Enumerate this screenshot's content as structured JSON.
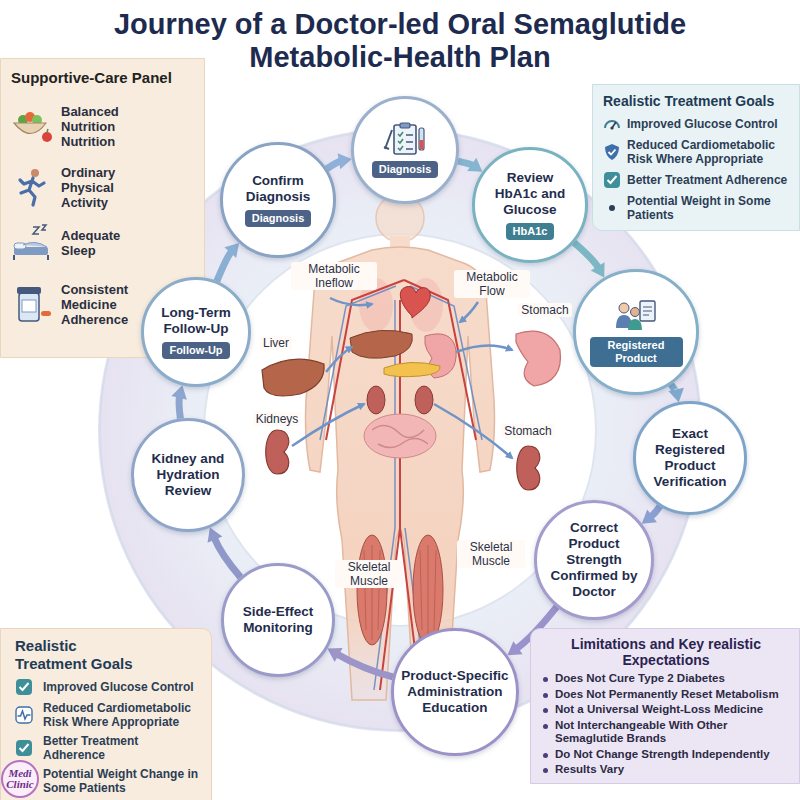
{
  "diagram": {
    "title": "Journey of a Doctor-led Oral Semaglutide Metabolic-Health Plan",
    "nodes": [
      {
        "text": [
          "Supportive-Care Panel",
          "Balanced Nutrition Nutrition",
          "Ordinary Physical Activity",
          "Adequate Sleep",
          "Consistent Medicine Adherence"
        ]
      },
      {
        "text": [
          "Realistic Treatment Goals",
          "Improved Glucose Control",
          "Reduced Cardiometabolic Risk Where Appropriate",
          "Better Treatment Adherence",
          "Potential Weight in Some Patients"
        ]
      },
      {
        "text": [
          "Confirm Diagnosis",
          "Diagnosis"
        ]
      },
      {
        "text": [
          "Diagnosis"
        ]
      },
      {
        "text": [
          "Review HbA1c and Glucose",
          "HbA1c"
        ]
      },
      {
        "text": [
          "Registered Product"
        ]
      },
      {
        "text": [
          "Exact Registered Product Verification"
        ]
      },
      {
        "text": [
          "Correct Product Strength Confirmed by Doctor"
        ]
      },
      {
        "text": [
          "Product-Specific Administration Education"
        ]
      },
      {
        "text": [
          "Side-Effect Monitoring"
        ]
      },
      {
        "text": [
          "Kidney and Hydration Review"
        ]
      },
      {
        "text": [
          "Long-Term Follow-Up",
          "Follow-Up"
        ]
      },
      {
        "text": [
          "Realistic Treatment Goals",
          "Improved Glucose Control",
          "Reduced Cardiometabolic Risk Where Appropriate",
          "Better Treatment Adherence",
          "Potential Weight Change in Some Patients"
        ]
      },
      {
        "text": [
          "Limitations and Key realistic Expectations",
          "Does Not Cure Type 2 Diabetes",
          "Does Not Permanently Reset Metabolism",
          "Not a Universal Weight-Loss Medicine",
          "Not Interchangeable With Other Semaglutide Brands",
          "Do Not Change Strength Independently",
          "Results Vary"
        ]
      },
      {
        "text": [
          "Medi Clinic"
        ]
      }
    ],
    "edges": [
      {
        "from": 2,
        "to": 3,
        "arrow": "to"
      },
      {
        "from": 3,
        "to": 4,
        "arrow": "to"
      },
      {
        "from": 4,
        "to": 5,
        "arrow": "to"
      },
      {
        "from": 5,
        "to": 6,
        "arrow": "to"
      },
      {
        "from": 6,
        "to": 7,
        "arrow": "to"
      },
      {
        "from": 7,
        "to": 8,
        "arrow": "to"
      },
      {
        "from": 8,
        "to": 9,
        "arrow": "to"
      },
      {
        "from": 9,
        "to": 10,
        "arrow": "to"
      },
      {
        "from": 10,
        "to": 11,
        "arrow": "to"
      },
      {
        "from": 11,
        "to": 2,
        "arrow": "to"
      }
    ],
    "labels": [
      "Metabolic Ineflow",
      "Metabolic Flow",
      "Stomach",
      "Liver",
      "Kidneys",
      "Stomach",
      "Skeletal Muscle",
      "Skeletal Muscle"
    ]
  }
}
